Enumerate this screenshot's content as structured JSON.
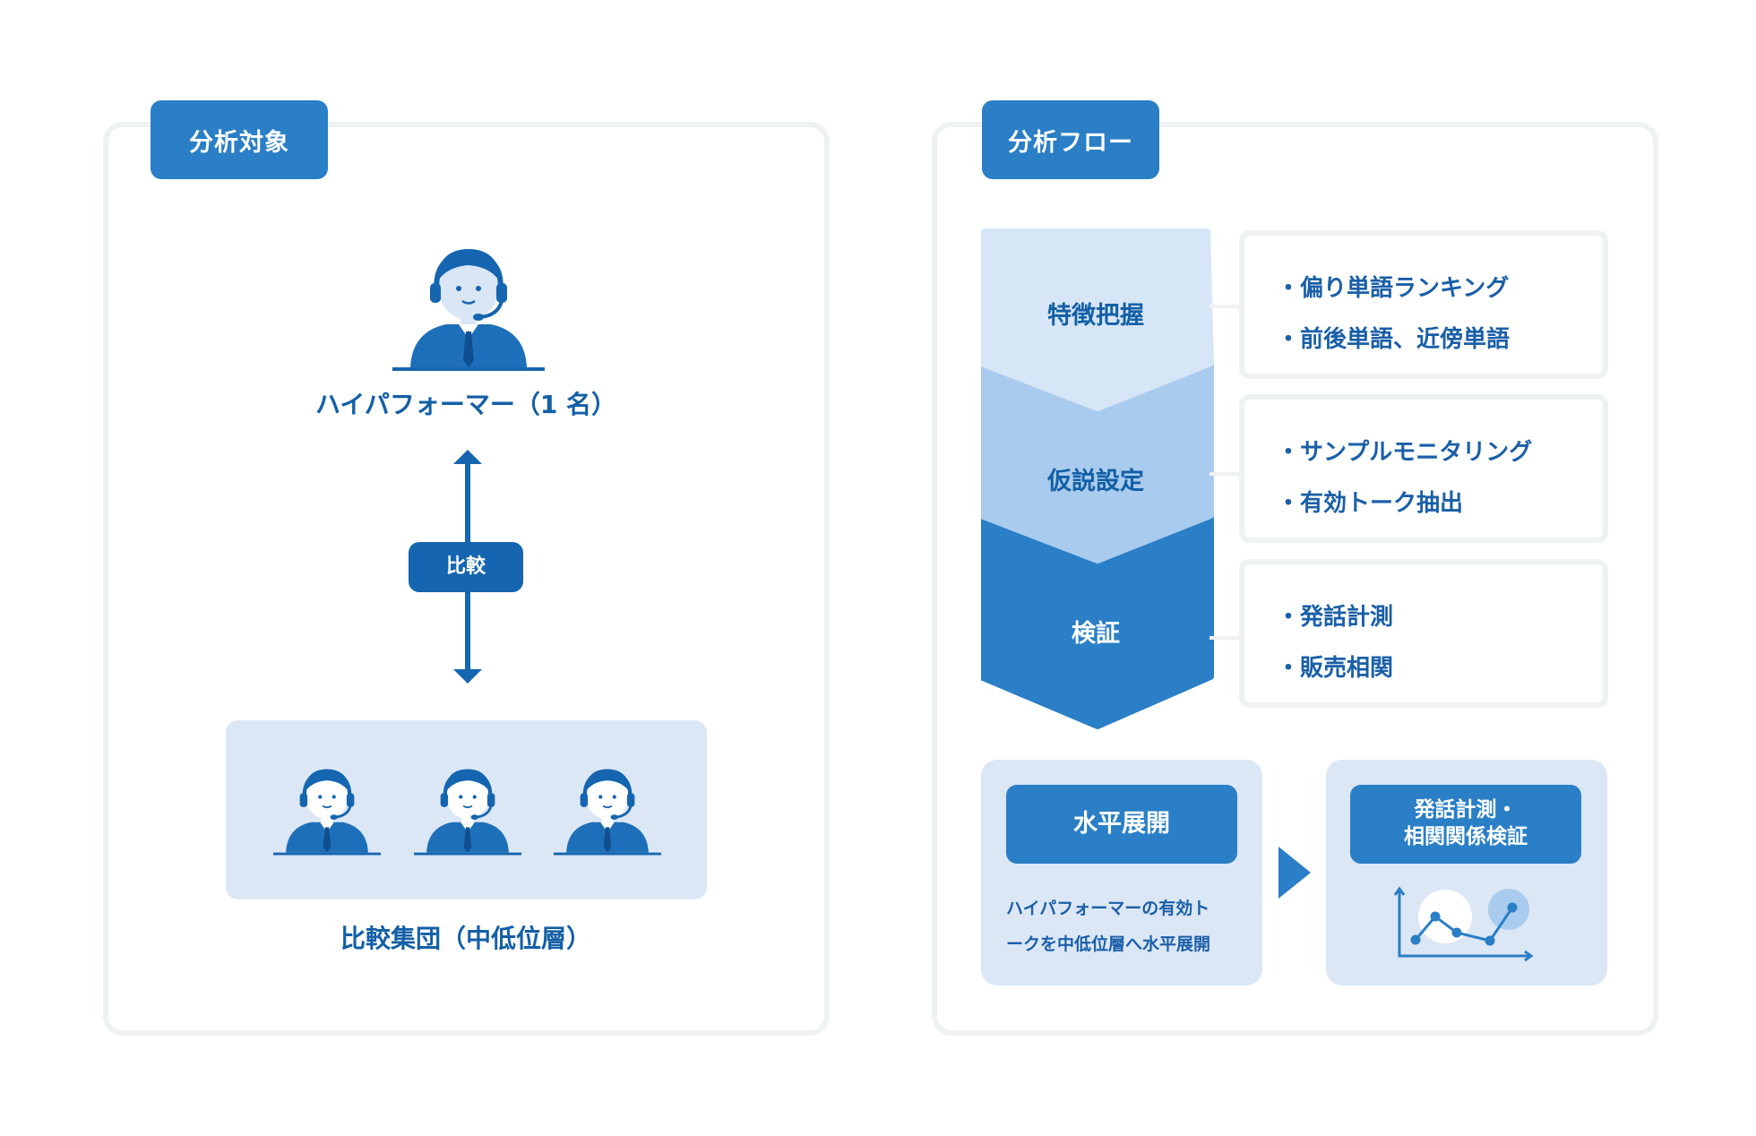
{
  "left_panel": {
    "tag": "分析対象",
    "high_performer_label": "ハイパフォーマー（1 名）",
    "compare_label": "比較",
    "group_label": "比較集団（中低位層）"
  },
  "right_panel": {
    "tag": "分析フロー",
    "steps": [
      {
        "label": "特徴把握",
        "items": [
          "・偏り単語ランキング",
          "・前後単語、近傍単語"
        ]
      },
      {
        "label": "仮説設定",
        "items": [
          "・サンプルモニタリング",
          "・有効トーク抽出"
        ]
      },
      {
        "label": "検証",
        "items": [
          "・発話計測",
          "・販売相関"
        ]
      }
    ],
    "horizontal": {
      "title": "水平展開",
      "desc_line1": "ハイパフォーマーの有効ト",
      "desc_line2": "ークを中低位層へ水平展開"
    },
    "verify": {
      "title_line1": "発話計測・",
      "title_line2": "相関関係検証"
    }
  },
  "colors": {
    "primary": "#2a7fc6",
    "dark": "#1565b0",
    "light": "#dbe7f5",
    "step1": "#d6e6f6",
    "step2": "#a9cbed",
    "step3": "#2a7fc6",
    "border": "#eef2f1"
  },
  "icons": [
    "operator-icon",
    "double-arrow-icon",
    "chevron-arrow-icon",
    "line-chart-icon"
  ]
}
